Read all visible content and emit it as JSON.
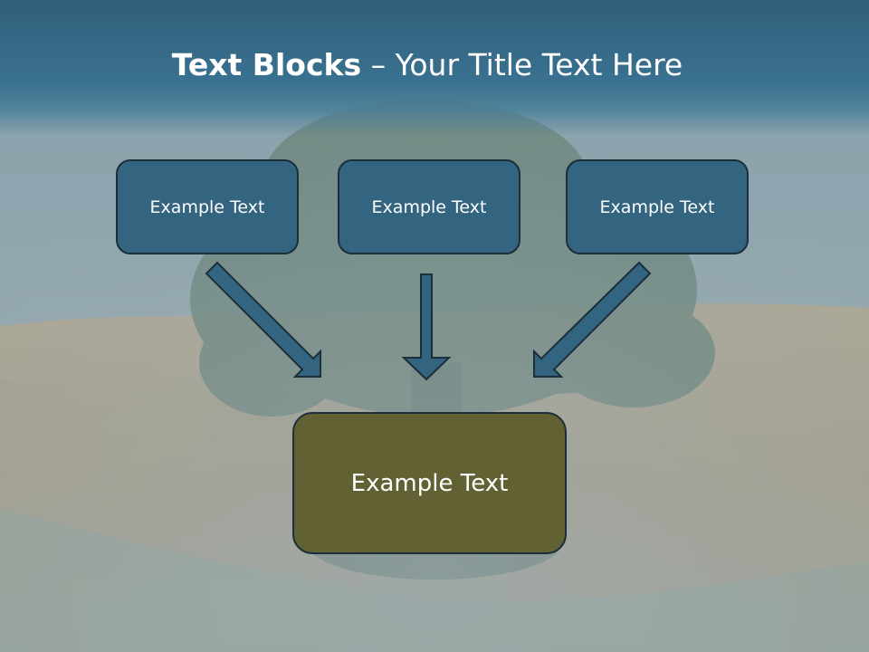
{
  "slide": {
    "title_bold": "Text Blocks",
    "title_separator": " – ",
    "title_rest": "Your Title Text Here"
  },
  "boxes": [
    {
      "label": "Example Text"
    },
    {
      "label": "Example Text"
    },
    {
      "label": "Example Text"
    }
  ],
  "result_box": {
    "label": "Example Text"
  },
  "colors": {
    "title_bar": "#2f607a",
    "top_box_fill": "#346580",
    "result_box_fill": "#626133",
    "box_border": "#1b2e3a",
    "arrow_fill": "#346580"
  }
}
